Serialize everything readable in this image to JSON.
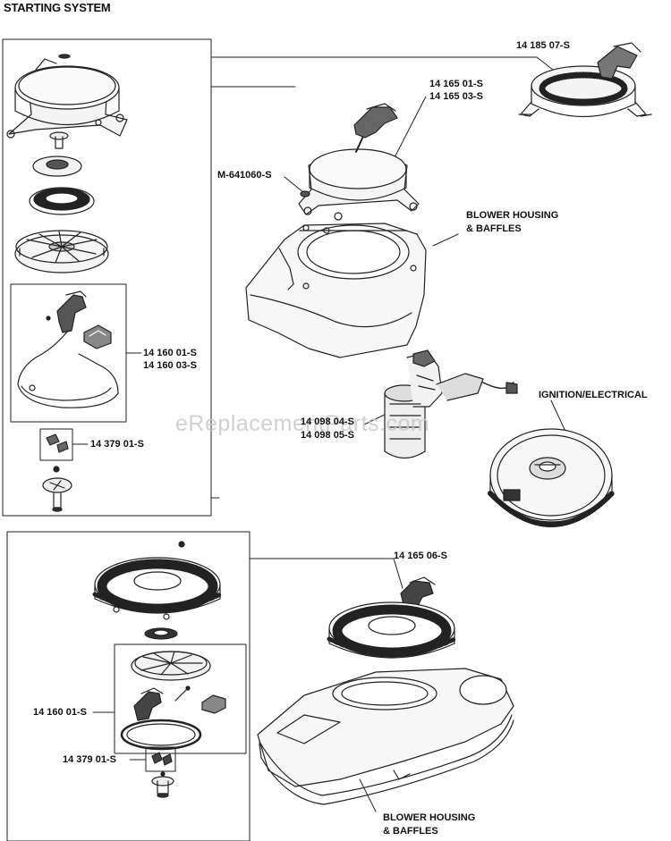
{
  "title": "STARTING SYSTEM",
  "watermark": "eReplacementParts.com",
  "labels": {
    "p14_185_07": "14 185 07-S",
    "p14_165_01": "14 165 01-S",
    "p14_165_03": "14 165 03-S",
    "pM641060": "M-641060-S",
    "blower1_l1": "BLOWER HOUSING",
    "blower1_l2": "& BAFFLES",
    "p14_160_01_a": "14 160 01-S",
    "p14_160_03": "14 160 03-S",
    "p14_379_01_a": "14 379 01-S",
    "p14_098_04": "14 098 04-S",
    "p14_098_05": "14 098 05-S",
    "ignition": "IGNITION/ELECTRICAL",
    "p14_165_06": "14 165 06-S",
    "p14_160_01_b": "14 160 01-S",
    "p14_379_01_b": "14 379 01-S",
    "blower2_l1": "BLOWER HOUSING",
    "blower2_l2": "& BAFFLES"
  }
}
